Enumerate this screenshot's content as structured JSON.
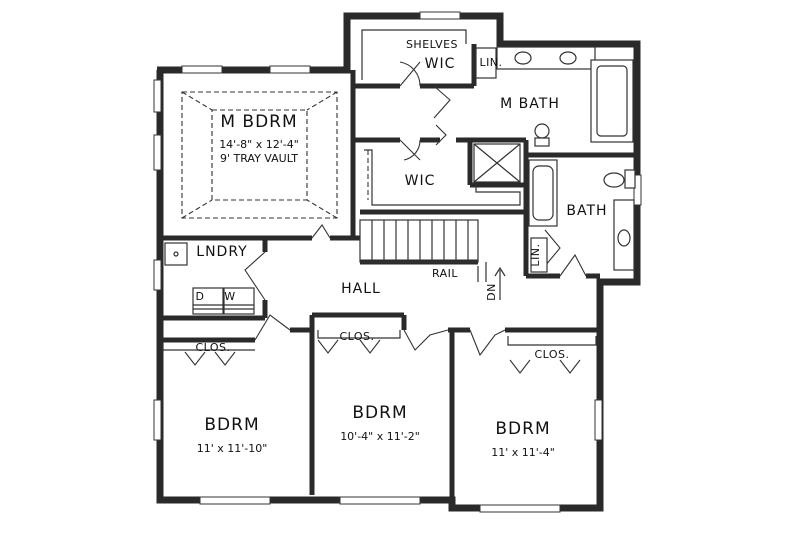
{
  "rooms": {
    "master_bedroom": {
      "name": "M BDRM",
      "size": "14'-8\" x 12'-4\"",
      "note": "9' TRAY VAULT"
    },
    "master_bath": {
      "name": "M BATH"
    },
    "walk_in_closet_upper": {
      "name": "WIC",
      "shelves": "SHELVES"
    },
    "walk_in_closet_lower": {
      "name": "WIC"
    },
    "linen_upper": {
      "name": "LIN."
    },
    "linen_lower": {
      "name": "LIN."
    },
    "bath": {
      "name": "BATH"
    },
    "laundry": {
      "name": "LNDRY",
      "dryer": "D",
      "washer": "W"
    },
    "hall": {
      "name": "HALL",
      "rail": "RAIL",
      "stair_down": "DN"
    },
    "bedroom_left": {
      "name": "BDRM",
      "size": "11' x 11'-10\"",
      "closet": "CLOS."
    },
    "bedroom_middle": {
      "name": "BDRM",
      "size": "10'-4\" x 11'-2\"",
      "closet": "CLOS."
    },
    "bedroom_right": {
      "name": "BDRM",
      "size": "11' x 11'-4\"",
      "closet": "CLOS."
    }
  },
  "colors": {
    "wall": "#2a2a2a",
    "background": "#ffffff"
  }
}
